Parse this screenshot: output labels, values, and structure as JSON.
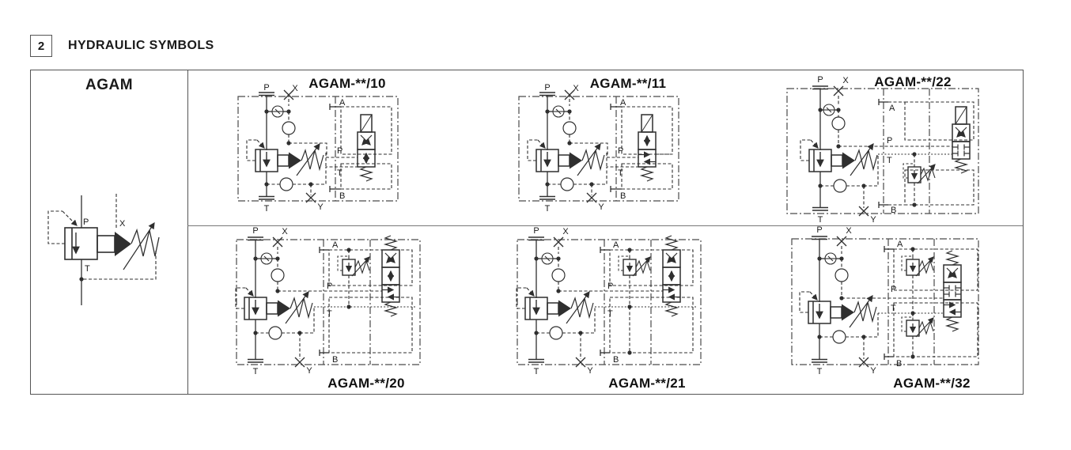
{
  "header": {
    "section_number": "2",
    "title": "HYDRAULIC SYMBOLS"
  },
  "family": {
    "name": "AGAM"
  },
  "ports": {
    "p": "P",
    "x": "X",
    "t": "T",
    "y": "Y",
    "a": "A",
    "b": "B"
  },
  "panels": [
    {
      "title": "AGAM-**/10"
    },
    {
      "title": "AGAM-**/11"
    },
    {
      "title": "AGAM-**/22"
    },
    {
      "title": "AGAM-**/20"
    },
    {
      "title": "AGAM-**/21"
    },
    {
      "title": "AGAM-**/32"
    }
  ],
  "colors": {
    "line": "#2f2f2f",
    "border": "#555555",
    "background": "#ffffff"
  }
}
